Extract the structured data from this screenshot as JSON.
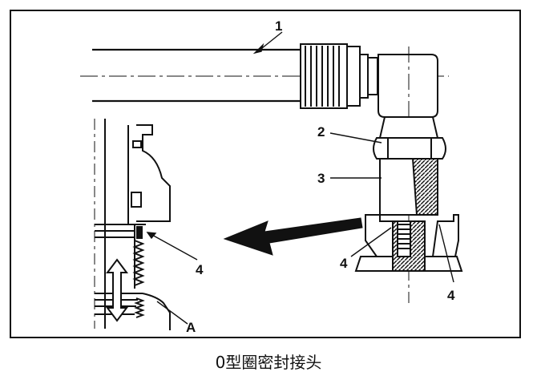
{
  "caption": "0型圈密封接头",
  "callouts": {
    "c1": "1",
    "c2": "2",
    "c3": "3",
    "c4_detail": "4",
    "c4_left": "4",
    "c4_right": "4",
    "cA": "A"
  }
}
